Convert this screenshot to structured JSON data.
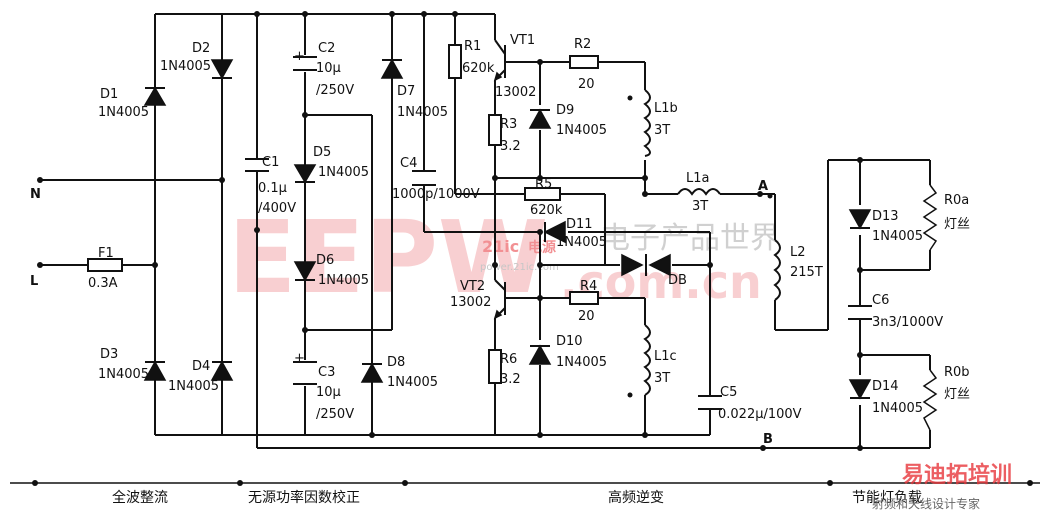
{
  "components": {
    "D1": {
      "ref": "D1",
      "part": "1N4005"
    },
    "D2": {
      "ref": "D2",
      "part": "1N4005"
    },
    "D3": {
      "ref": "D3",
      "part": "1N4005"
    },
    "D4": {
      "ref": "D4",
      "part": "1N4005"
    },
    "F1": {
      "ref": "F1",
      "value": "0.3A"
    },
    "C1": {
      "ref": "C1",
      "value1": "0.1μ",
      "value2": "/400V"
    },
    "C2": {
      "ref": "C2",
      "value1": "10μ",
      "value2": "/250V"
    },
    "C3": {
      "ref": "C3",
      "value1": "10μ",
      "value2": "/250V"
    },
    "C4": {
      "ref": "C4",
      "value": "1000p/1000V"
    },
    "D5": {
      "ref": "D5",
      "part": "1N4005"
    },
    "D6": {
      "ref": "D6",
      "part": "1N4005"
    },
    "D7": {
      "ref": "D7",
      "part": "1N4005"
    },
    "D8": {
      "ref": "D8",
      "part": "1N4005"
    },
    "R1": {
      "ref": "R1",
      "value": "620k"
    },
    "VT1": {
      "ref": "VT1",
      "part": "13002"
    },
    "R2": {
      "ref": "R2",
      "value": "20"
    },
    "D9": {
      "ref": "D9",
      "part": "1N4005"
    },
    "R3": {
      "ref": "R3",
      "value": "3.2"
    },
    "L1b": {
      "ref": "L1b",
      "value": "3T"
    },
    "L1a": {
      "ref": "L1a",
      "value": "3T"
    },
    "R5": {
      "ref": "R5",
      "value": "620k"
    },
    "D11": {
      "ref": "D11",
      "part": "1N4005"
    },
    "DB": {
      "ref": "DB"
    },
    "L2": {
      "ref": "L2",
      "value": "215T"
    },
    "VT2": {
      "ref": "VT2",
      "part": "13002"
    },
    "R4": {
      "ref": "R4",
      "value": "20"
    },
    "D10": {
      "ref": "D10",
      "part": "1N4005"
    },
    "L1c": {
      "ref": "L1c",
      "value": "3T"
    },
    "R6": {
      "ref": "R6",
      "value": "3.2"
    },
    "C5": {
      "ref": "C5",
      "value": "0.022μ/100V"
    },
    "D13": {
      "ref": "D13",
      "part": "1N4005"
    },
    "D14": {
      "ref": "D14",
      "part": "1N4005"
    },
    "C6": {
      "ref": "C6",
      "value": "3n3/1000V"
    },
    "R0a": {
      "ref": "R0a",
      "desc": "灯丝"
    },
    "R0b": {
      "ref": "R0b",
      "desc": "灯丝"
    }
  },
  "terminals": {
    "N": "N",
    "L": "L",
    "A": "A",
    "B": "B",
    "plus": "+"
  },
  "sections": [
    "全波整流",
    "无源功率因数校正",
    "高频逆变",
    "节能灯负载"
  ],
  "watermarks": {
    "eepw": "EEPW",
    "com_cn": ".com.cn",
    "ic21": "21ic",
    "ic21_cn": "电源",
    "ic21_url": "power.21ic.com",
    "cn_top": "电子产品世界",
    "brand": "易迪拓培训",
    "brand_sub": "射频和天线设计专家"
  },
  "colors": {
    "ink": "#111111",
    "watermark_red": "#e8373c",
    "watermark_pink": "#f4a9ac"
  }
}
